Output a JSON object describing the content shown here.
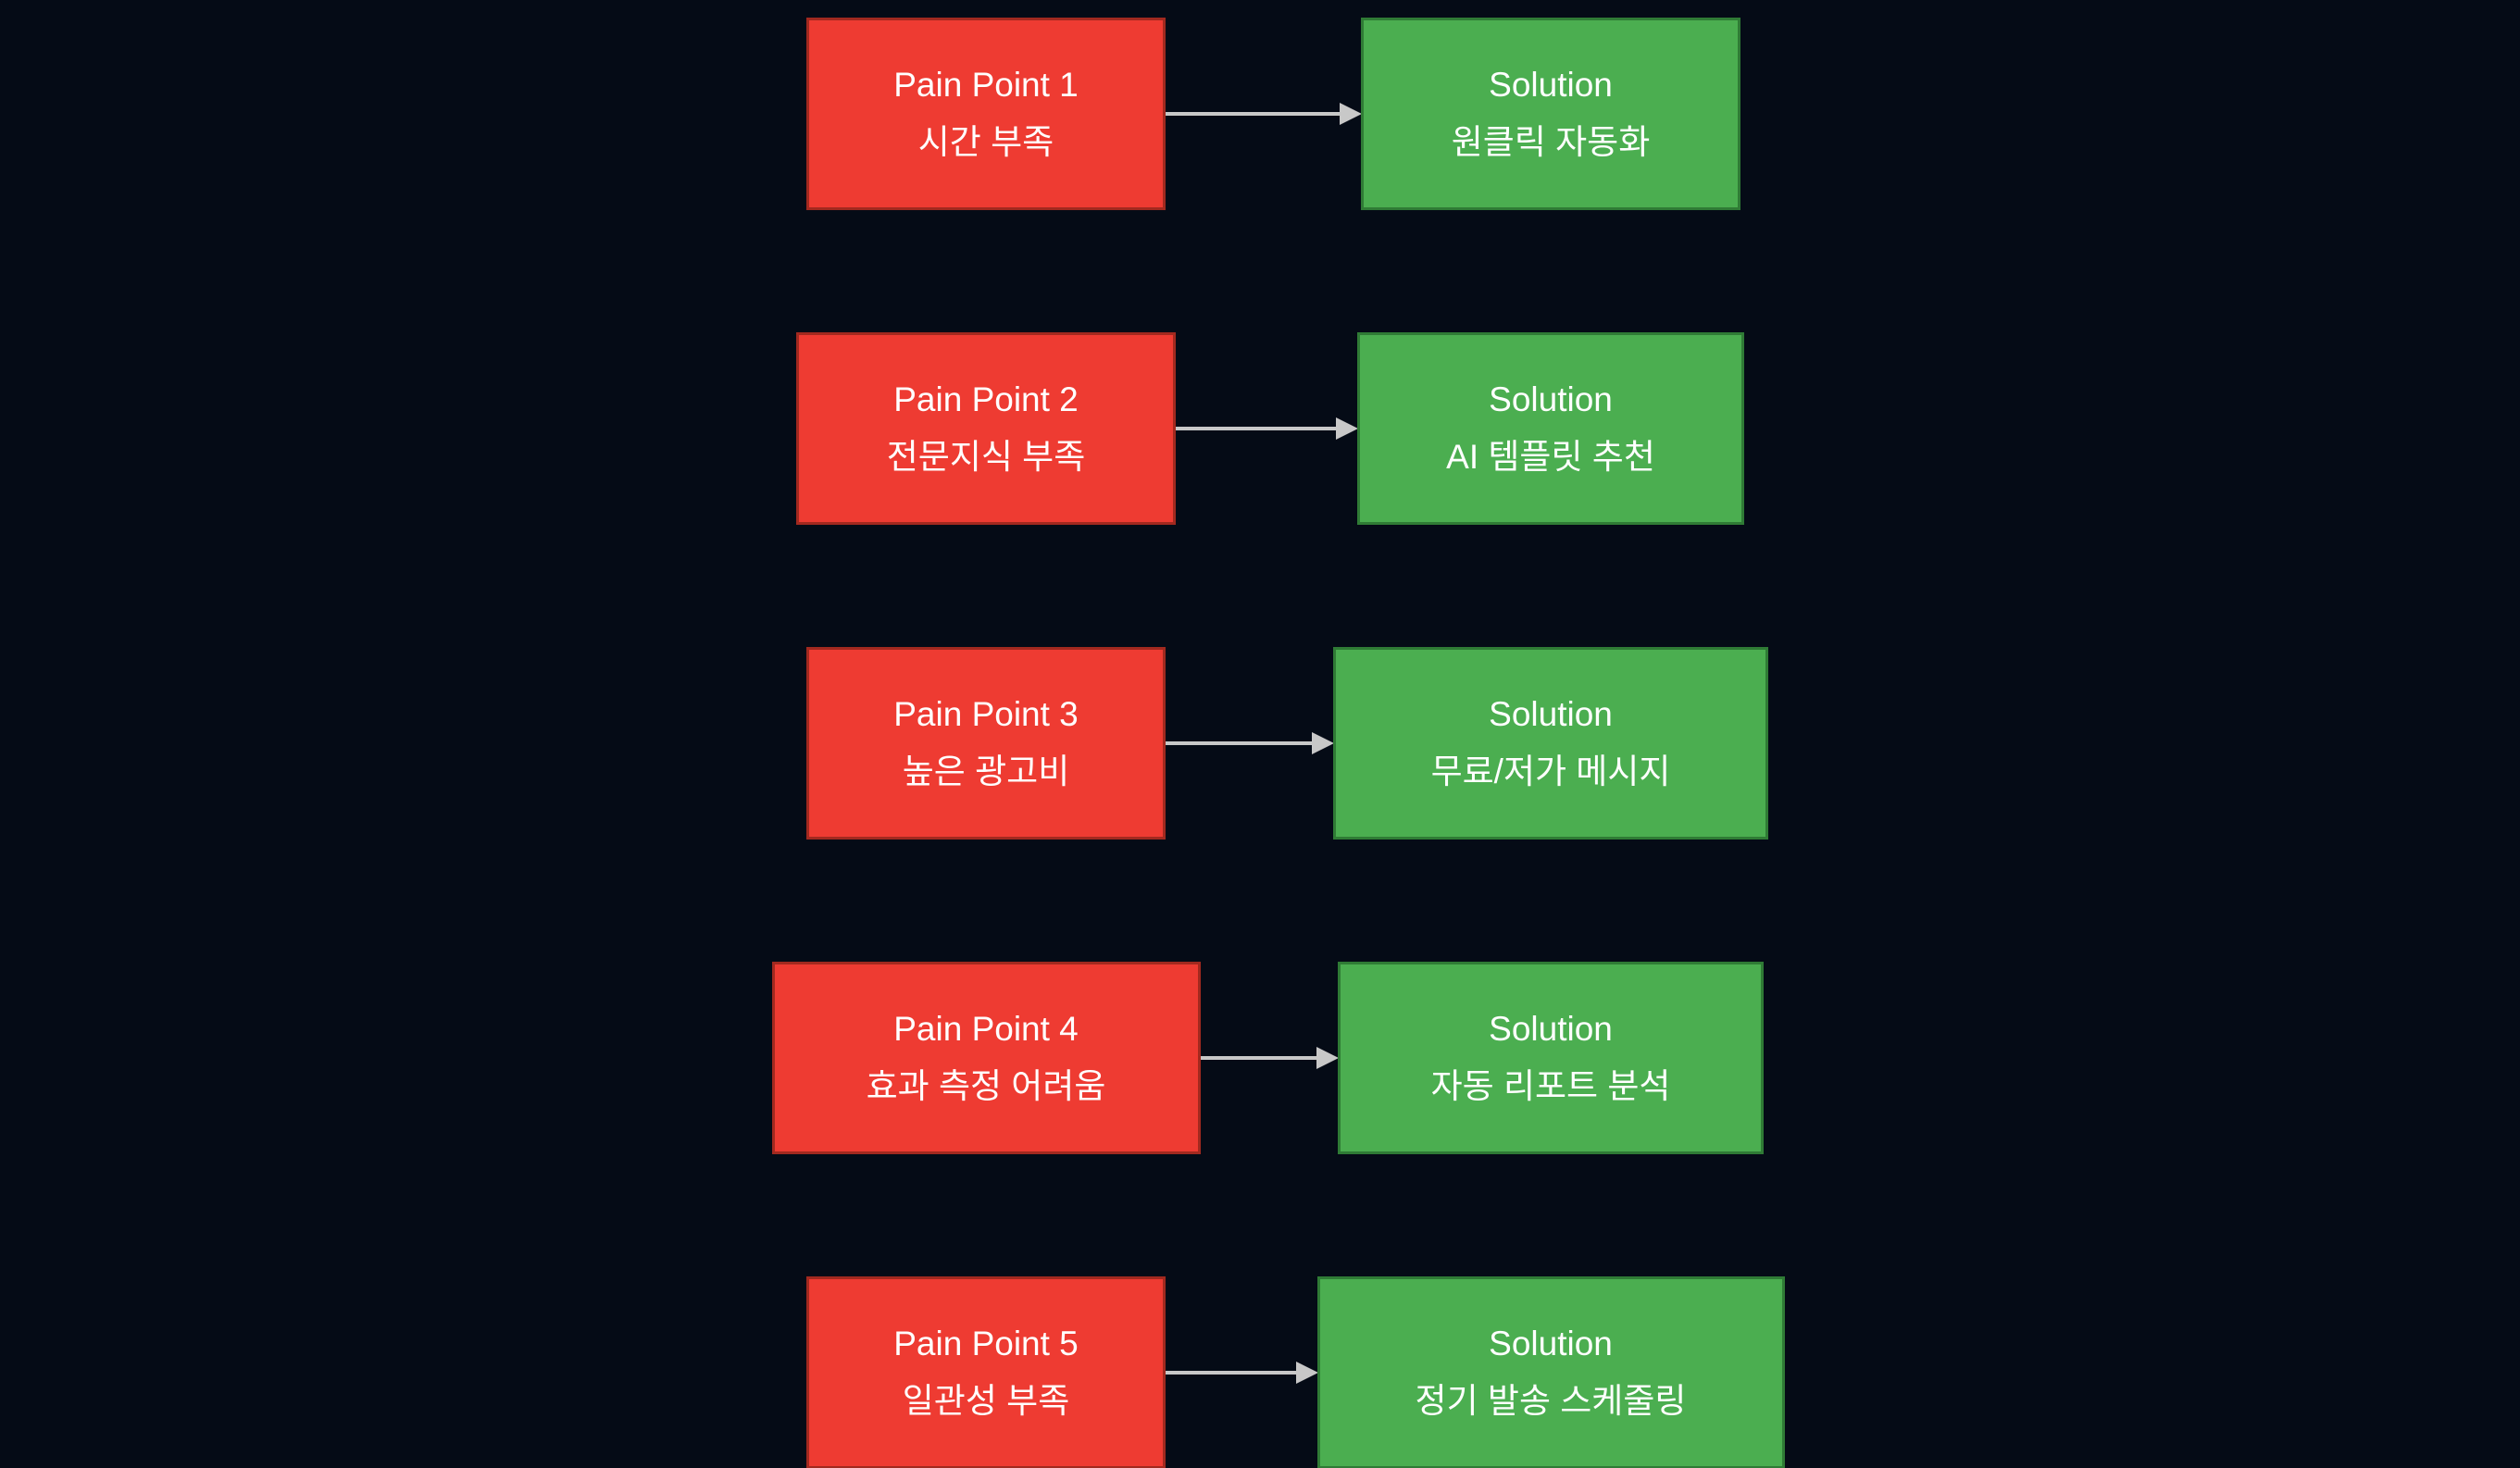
{
  "canvas": {
    "colors": {
      "bg": "#050B16",
      "red-fill": "#EE3B32",
      "red-border": "#A2291F",
      "green-fill": "#4BAE50",
      "green-border": "#2F7B35",
      "arrow": "#C8C8C8",
      "text": "#FFFFFF"
    }
  },
  "rows": [
    {
      "pain": {
        "title": "Pain Point 1",
        "subtitle": "시간 부족"
      },
      "solution": {
        "title": "Solution",
        "subtitle": "원클릭 자동화"
      }
    },
    {
      "pain": {
        "title": "Pain Point 2",
        "subtitle": "전문지식 부족"
      },
      "solution": {
        "title": "Solution",
        "subtitle": "AI 템플릿 추천"
      }
    },
    {
      "pain": {
        "title": "Pain Point 3",
        "subtitle": "높은 광고비"
      },
      "solution": {
        "title": "Solution",
        "subtitle": "무료/저가 메시지"
      }
    },
    {
      "pain": {
        "title": "Pain Point 4",
        "subtitle": "효과 측정 어려움"
      },
      "solution": {
        "title": "Solution",
        "subtitle": "자동 리포트 분석"
      }
    },
    {
      "pain": {
        "title": "Pain Point 5",
        "subtitle": "일관성 부족"
      },
      "solution": {
        "title": "Solution",
        "subtitle": "정기 발송 스케줄링"
      }
    }
  ]
}
